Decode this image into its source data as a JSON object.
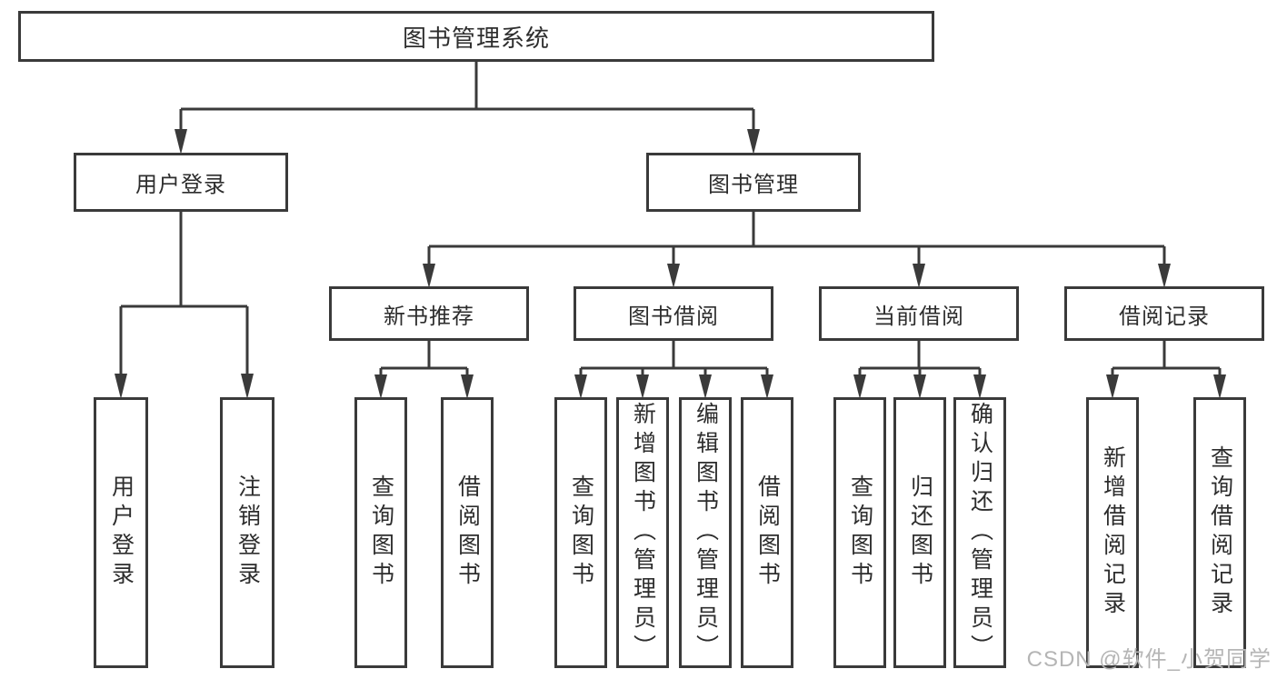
{
  "tree": {
    "root": {
      "label": "图书管理系统"
    },
    "user_login": {
      "label": "用户登录",
      "children": [
        {
          "label": "用户登录"
        },
        {
          "label": "注销登录"
        }
      ]
    },
    "book_mgmt": {
      "label": "图书管理",
      "children": [
        {
          "label": "新书推荐",
          "children": [
            {
              "label": "查询图书"
            },
            {
              "label": "借阅图书"
            }
          ]
        },
        {
          "label": "图书借阅",
          "children": [
            {
              "label": "查询图书"
            },
            {
              "label": "新增图书（管理员）"
            },
            {
              "label": "编辑图书（管理员）"
            },
            {
              "label": "借阅图书"
            }
          ]
        },
        {
          "label": "当前借阅",
          "children": [
            {
              "label": "查询图书"
            },
            {
              "label": "归还图书"
            },
            {
              "label": "确认归还（管理员）"
            }
          ]
        },
        {
          "label": "借阅记录",
          "children": [
            {
              "label": "新增借阅记录"
            },
            {
              "label": "查询借阅记录"
            }
          ]
        }
      ]
    }
  },
  "watermark": {
    "text": "CSDN @软件_小贺同学"
  },
  "colors": {
    "line": "#3a3a3a",
    "text": "#2d2d2d",
    "watermark": "#b5b5b5",
    "background": "#ffffff"
  }
}
